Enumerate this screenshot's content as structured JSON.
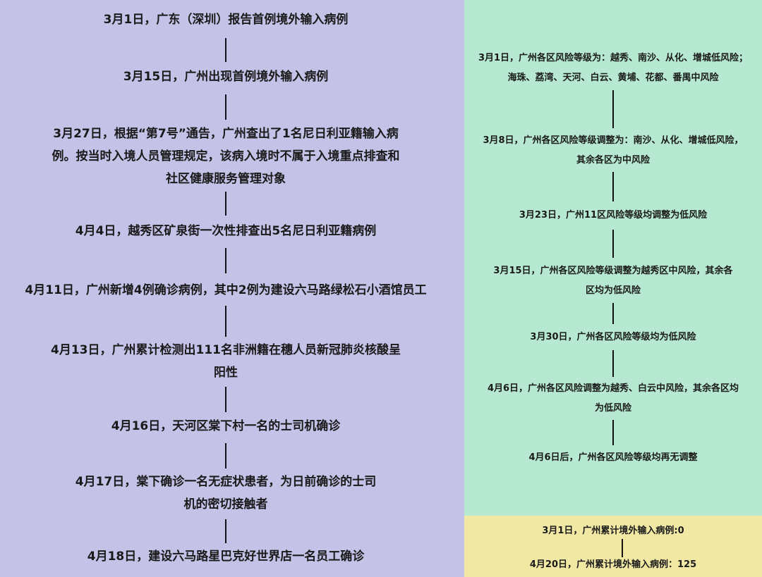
{
  "left_timeline": [
    "3月1日，广东（深圳）报告首例境外输入病例",
    "3月15日，广州出现首例境外输入病例",
    "3月27日，根据“第7号”通告，广州查出了1名尼日利亚籍输入病\n例。按当时入境人员管理规定，该病入境时不属于入境重点排查和\n社区健康服务管理对象",
    "4月4日，越秀区矿泉街一次性排查出5名尼日利亚籍病例",
    "4月11日，广州新增4例确诊病例，其中2例为建设六马路绿松石小酒馆员工",
    "4月13日，广州累计检测出111名非洲籍在穗人员新冠肺炎核酸呈\n阳性",
    "4月16日，天河区棠下村一名的士司机确诊",
    "4月17日，棠下确诊一名无症状患者，为日前确诊的士司\n机的密切接触者",
    "4月18日，建设六马路星巴克好世界店一名员工确诊"
  ],
  "right_timeline": [
    "3月1日，广州各区风险等级为：越秀、南沙、从化、增城低风险；\n海珠、荔湾、天河、白云、黄埔、花都、番禺中风险",
    "3月8日，广州各区风险等级调整为：南沙、从化、增城低风险，\n其余各区为中风险",
    "3月23日，广州11区风险等级均调整为低风险",
    "3月15日，广州各区风险等级调整为越秀区中风险，其余各\n区均为低风险",
    "3月30日，广州各区风险等级均为低风险",
    "4月6日，广州各区风险调整为越秀、白云中风险，其余各区均\n为低风险",
    "4月6日后，广州各区风险等级均再无调整"
  ],
  "bottom_box": [
    "3月1日，广州累计境外输入病例:0",
    "4月20日，广州累计境外输入病例：125"
  ],
  "colors": {
    "left_panel": "#c5c2e8",
    "right_panel": "#b6e8d2",
    "bottom_panel": "#f1e8a4",
    "connector": "#111111"
  }
}
